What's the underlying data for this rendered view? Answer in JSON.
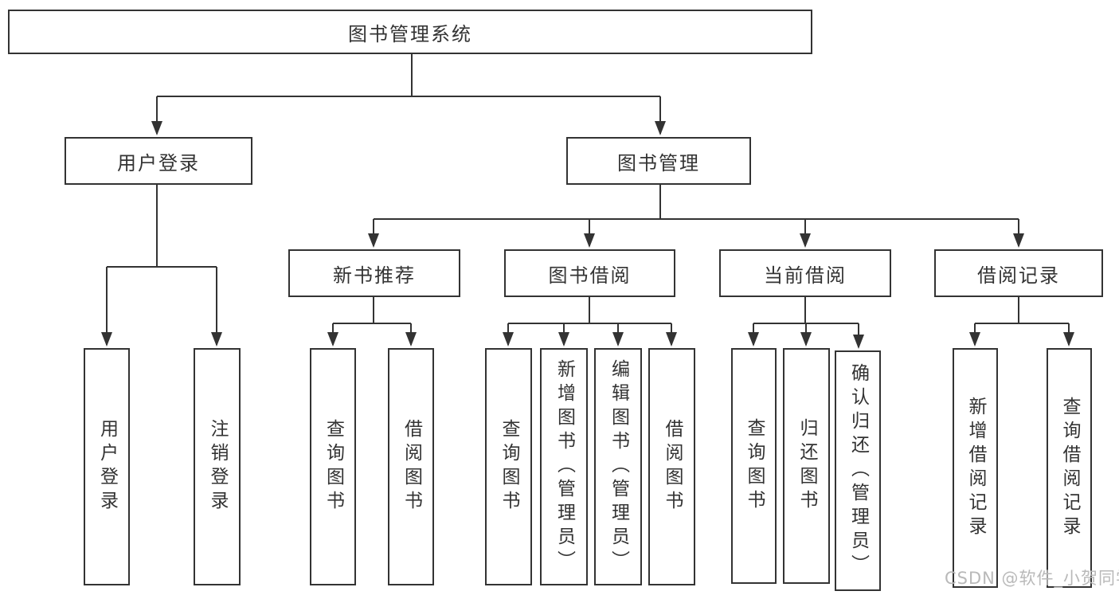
{
  "diagram": {
    "type": "hierarchy-tree",
    "colors": {
      "line": "#333333",
      "box_border": "#333333",
      "box_fill": "#ffffff",
      "text": "#333333",
      "watermark": "#b9b9b9",
      "background": "#ffffff"
    },
    "watermark": "CSDN @软件_小贺同学",
    "nodes": {
      "root": {
        "label": "图书管理系统"
      },
      "user_login": {
        "label": "用户登录"
      },
      "book_mgmt": {
        "label": "图书管理"
      },
      "new_rec": {
        "label": "新书推荐"
      },
      "book_borrow": {
        "label": "图书借阅"
      },
      "current_borrow": {
        "label": "当前借阅"
      },
      "borrow_record": {
        "label": "借阅记录"
      },
      "leaf_user_login": {
        "label": "用户登录"
      },
      "leaf_logout": {
        "label": "注销登录"
      },
      "leaf_query_books_1": {
        "label": "查询图书"
      },
      "leaf_borrow_books_1": {
        "label": "借阅图书"
      },
      "leaf_query_books_2": {
        "label": "查询图书"
      },
      "leaf_add_books": {
        "label": "新增图书（管理员）"
      },
      "leaf_edit_books": {
        "label": "编辑图书（管理员）"
      },
      "leaf_borrow_books_2": {
        "label": "借阅图书"
      },
      "leaf_query_books_3": {
        "label": "查询图书"
      },
      "leaf_return_books": {
        "label": "归还图书"
      },
      "leaf_confirm_return": {
        "label": "确认归还（管理员）"
      },
      "leaf_add_record": {
        "label": "新增借阅记录"
      },
      "leaf_query_record": {
        "label": "查询借阅记录"
      }
    },
    "tree": {
      "label": "图书管理系统",
      "children": [
        {
          "label": "用户登录",
          "children": [
            {
              "label": "用户登录"
            },
            {
              "label": "注销登录"
            }
          ]
        },
        {
          "label": "图书管理",
          "children": [
            {
              "label": "新书推荐",
              "children": [
                {
                  "label": "查询图书"
                },
                {
                  "label": "借阅图书"
                }
              ]
            },
            {
              "label": "图书借阅",
              "children": [
                {
                  "label": "查询图书"
                },
                {
                  "label": "新增图书（管理员）"
                },
                {
                  "label": "编辑图书（管理员）"
                },
                {
                  "label": "借阅图书"
                }
              ]
            },
            {
              "label": "当前借阅",
              "children": [
                {
                  "label": "查询图书"
                },
                {
                  "label": "归还图书"
                },
                {
                  "label": "确认归还（管理员）"
                }
              ]
            },
            {
              "label": "借阅记录",
              "children": [
                {
                  "label": "新增借阅记录"
                },
                {
                  "label": "查询借阅记录"
                }
              ]
            }
          ]
        }
      ]
    }
  }
}
